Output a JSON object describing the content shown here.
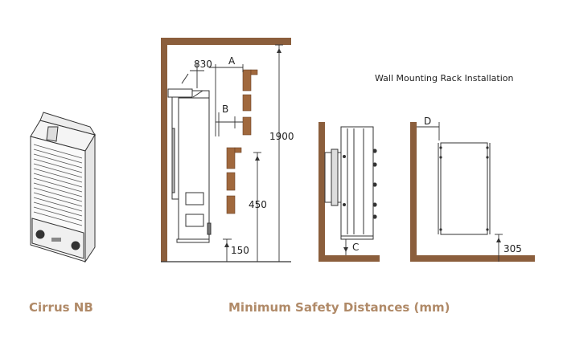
{
  "captions": {
    "product_name": "Cirrus NB",
    "safety_title": "Minimum Safety Distances (mm)"
  },
  "panel_title": "Wall Mounting Rack Installation",
  "dimensions": {
    "d830": "830",
    "a": "A",
    "b": "B",
    "d1900": "1900",
    "d450": "450",
    "d150": "150",
    "c": "C",
    "d": "D",
    "d305": "305"
  },
  "colors": {
    "wall": "#8b5e3c",
    "wood": "#a0683d",
    "caption": "#b08a68",
    "line": "#333333"
  }
}
